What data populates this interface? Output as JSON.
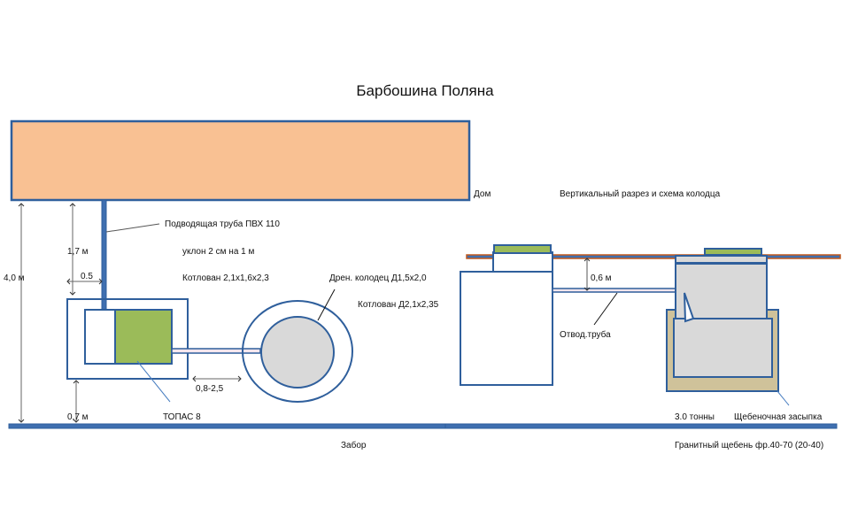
{
  "title": "Барбошина Поляна",
  "colors": {
    "house_fill": "#f9c193",
    "outline": "#2f5f9c",
    "tank_green": "#9bbb59",
    "well_gray": "#d9d9d9",
    "gravel": "#cfc29a",
    "ground_brown": "#c0581e",
    "fence": "#3f6fb0"
  },
  "plan": {
    "house_label": "Дом",
    "inlet_pipe_label": "Подводящая труба ПВХ 110",
    "slope_label": "уклон 2 см на 1 м",
    "pit1_label": "Котлован 2,1х1,6х2,3",
    "drain_well_label": "Дрен. колодец Д1,5х2,0",
    "pit2_label": "Котлован Д2,1х2,35",
    "dim_total": "4,0 м",
    "dim_house_to_pit": "1,7 м",
    "dim_offset": "0.5",
    "dim_distance": "0,8-2,5",
    "dim_pit_to_fence": "0,7 м",
    "tank_label": "ТОПАС 8",
    "fence_label": "Забор"
  },
  "section": {
    "title": "Вертикальный разрез и схема колодца",
    "depth_label": "0,6 м",
    "outlet_pipe_label": "Отвод.труба",
    "tonnage_label": "3.0 тонны",
    "backfill_label": "Щебеночная засыпка",
    "gravel_spec_label": "Гранитный щебень фр.40-70 (20-40)"
  }
}
